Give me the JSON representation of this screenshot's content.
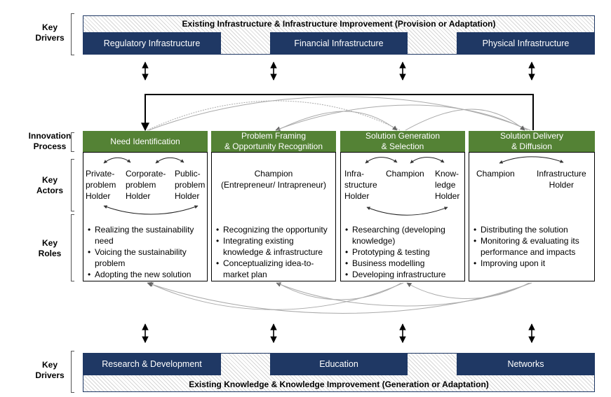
{
  "top": {
    "label_line1": "Key",
    "label_line2": "Drivers",
    "banner": "Existing Infrastructure & Infrastructure Improvement (Provision or Adaptation)",
    "items": [
      "Regulatory Infrastructure",
      "Financial Infrastructure",
      "Physical Infrastructure"
    ]
  },
  "bottom": {
    "label_line1": "Key",
    "label_line2": "Drivers",
    "banner": "Existing Knowledge & Knowledge Improvement (Generation or Adaptation)",
    "items": [
      "Research & Development",
      "Education",
      "Networks"
    ]
  },
  "rows": {
    "process": [
      "Innovation",
      "Process"
    ],
    "actors": [
      "Key",
      "Actors"
    ],
    "roles": [
      "Key",
      "Roles"
    ]
  },
  "stages": [
    {
      "title": [
        "Need Identification"
      ],
      "actors": [
        [
          "Private-",
          "problem",
          "Holder"
        ],
        [
          "Corporate-",
          "problem",
          "Holder"
        ],
        [
          "Public-",
          "problem",
          "Holder"
        ]
      ],
      "roles": [
        "Realizing the sustainability need",
        "Voicing the sustainability problem",
        "Adopting the new solution"
      ]
    },
    {
      "title": [
        "Problem Framing",
        "& Opportunity Recognition"
      ],
      "actors": [
        [
          "Champion",
          "(Entrepreneur/ Intrapreneur)"
        ]
      ],
      "roles": [
        "Recognizing the opportunity",
        "Integrating existing knowledge & infrastructure",
        "Conceptualizing idea-to-market plan"
      ]
    },
    {
      "title": [
        "Solution Generation",
        "& Selection"
      ],
      "actors": [
        [
          "Infra-",
          "structure",
          "Holder"
        ],
        [
          "Champion"
        ],
        [
          "Know-",
          "ledge",
          "Holder"
        ]
      ],
      "roles": [
        "Researching (developing knowledge)",
        "Prototyping & testing",
        "Business modelling",
        "Developing infrastructure"
      ]
    },
    {
      "title": [
        "Solution Delivery",
        "& Diffusion"
      ],
      "actors": [
        [
          "Champion"
        ],
        [
          "Infrastructure",
          "Holder"
        ]
      ],
      "roles": [
        "Distributing the solution",
        "Monitoring & evaluating its performance and impacts",
        "Improving upon it"
      ]
    }
  ],
  "colors": {
    "navy": "#1f3864",
    "green": "#548235"
  }
}
